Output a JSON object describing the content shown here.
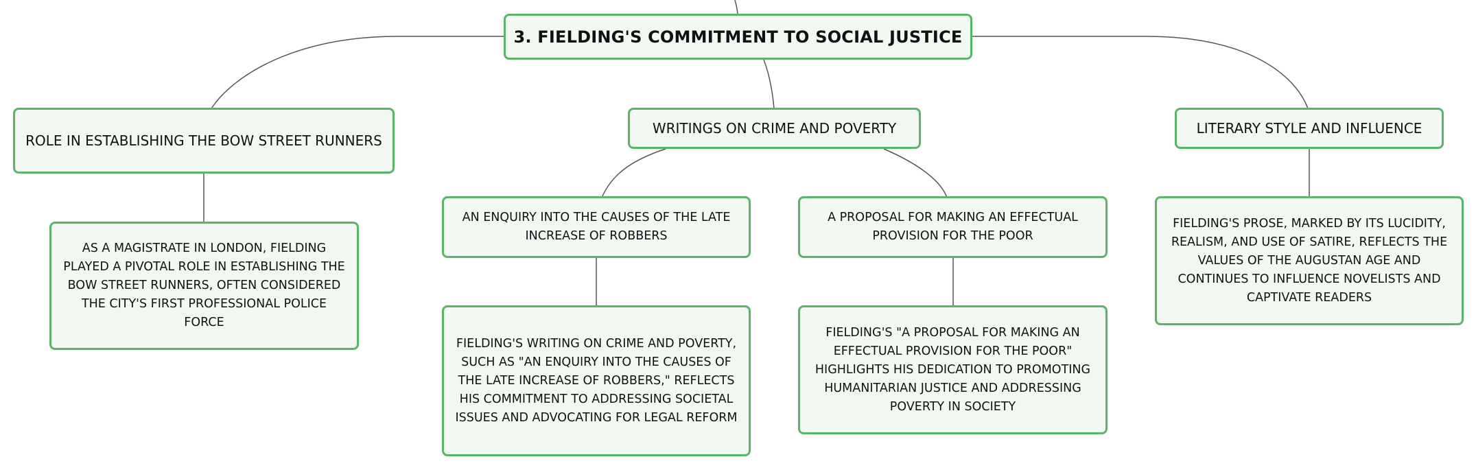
{
  "root": {
    "label": "3. FIELDING'S COMMITMENT TO SOCIAL JUSTICE"
  },
  "branches": [
    {
      "label": "ROLE IN ESTABLISHING THE BOW STREET RUNNERS",
      "children": [
        {
          "label": "AS A MAGISTRATE IN LONDON, FIELDING PLAYED A PIVOTAL ROLE IN ESTABLISHING THE BOW STREET RUNNERS, OFTEN CONSIDERED THE CITY'S FIRST PROFESSIONAL POLICE FORCE"
        }
      ]
    },
    {
      "label": "WRITINGS ON CRIME AND POVERTY",
      "children": [
        {
          "label": "AN ENQUIRY INTO THE CAUSES OF THE LATE INCREASE OF ROBBERS",
          "children": [
            {
              "label": "FIELDING'S WRITING ON CRIME AND POVERTY, SUCH AS \"AN ENQUIRY INTO THE CAUSES OF THE LATE INCREASE OF ROBBERS,\" REFLECTS HIS COMMITMENT TO ADDRESSING SOCIETAL ISSUES AND ADVOCATING FOR LEGAL REFORM"
            }
          ]
        },
        {
          "label": "A PROPOSAL FOR MAKING AN EFFECTUAL PROVISION FOR THE POOR",
          "children": [
            {
              "label": "FIELDING'S \"A PROPOSAL FOR MAKING AN EFFECTUAL PROVISION FOR THE POOR\" HIGHLIGHTS HIS DEDICATION TO PROMOTING HUMANITARIAN JUSTICE AND ADDRESSING POVERTY IN SOCIETY"
            }
          ]
        }
      ]
    },
    {
      "label": "LITERARY STYLE AND INFLUENCE",
      "children": [
        {
          "label": "FIELDING'S PROSE, MARKED BY ITS LUCIDITY, REALISM, AND USE OF SATIRE, REFLECTS THE VALUES OF THE AUGUSTAN AGE AND CONTINUES TO INFLUENCE NOVELISTS AND CAPTIVATE READERS"
        }
      ]
    }
  ],
  "colors": {
    "node_border": "#5ab56a",
    "node_fill": "#f2f9f3",
    "connector": "#555555",
    "text": "#111111"
  }
}
